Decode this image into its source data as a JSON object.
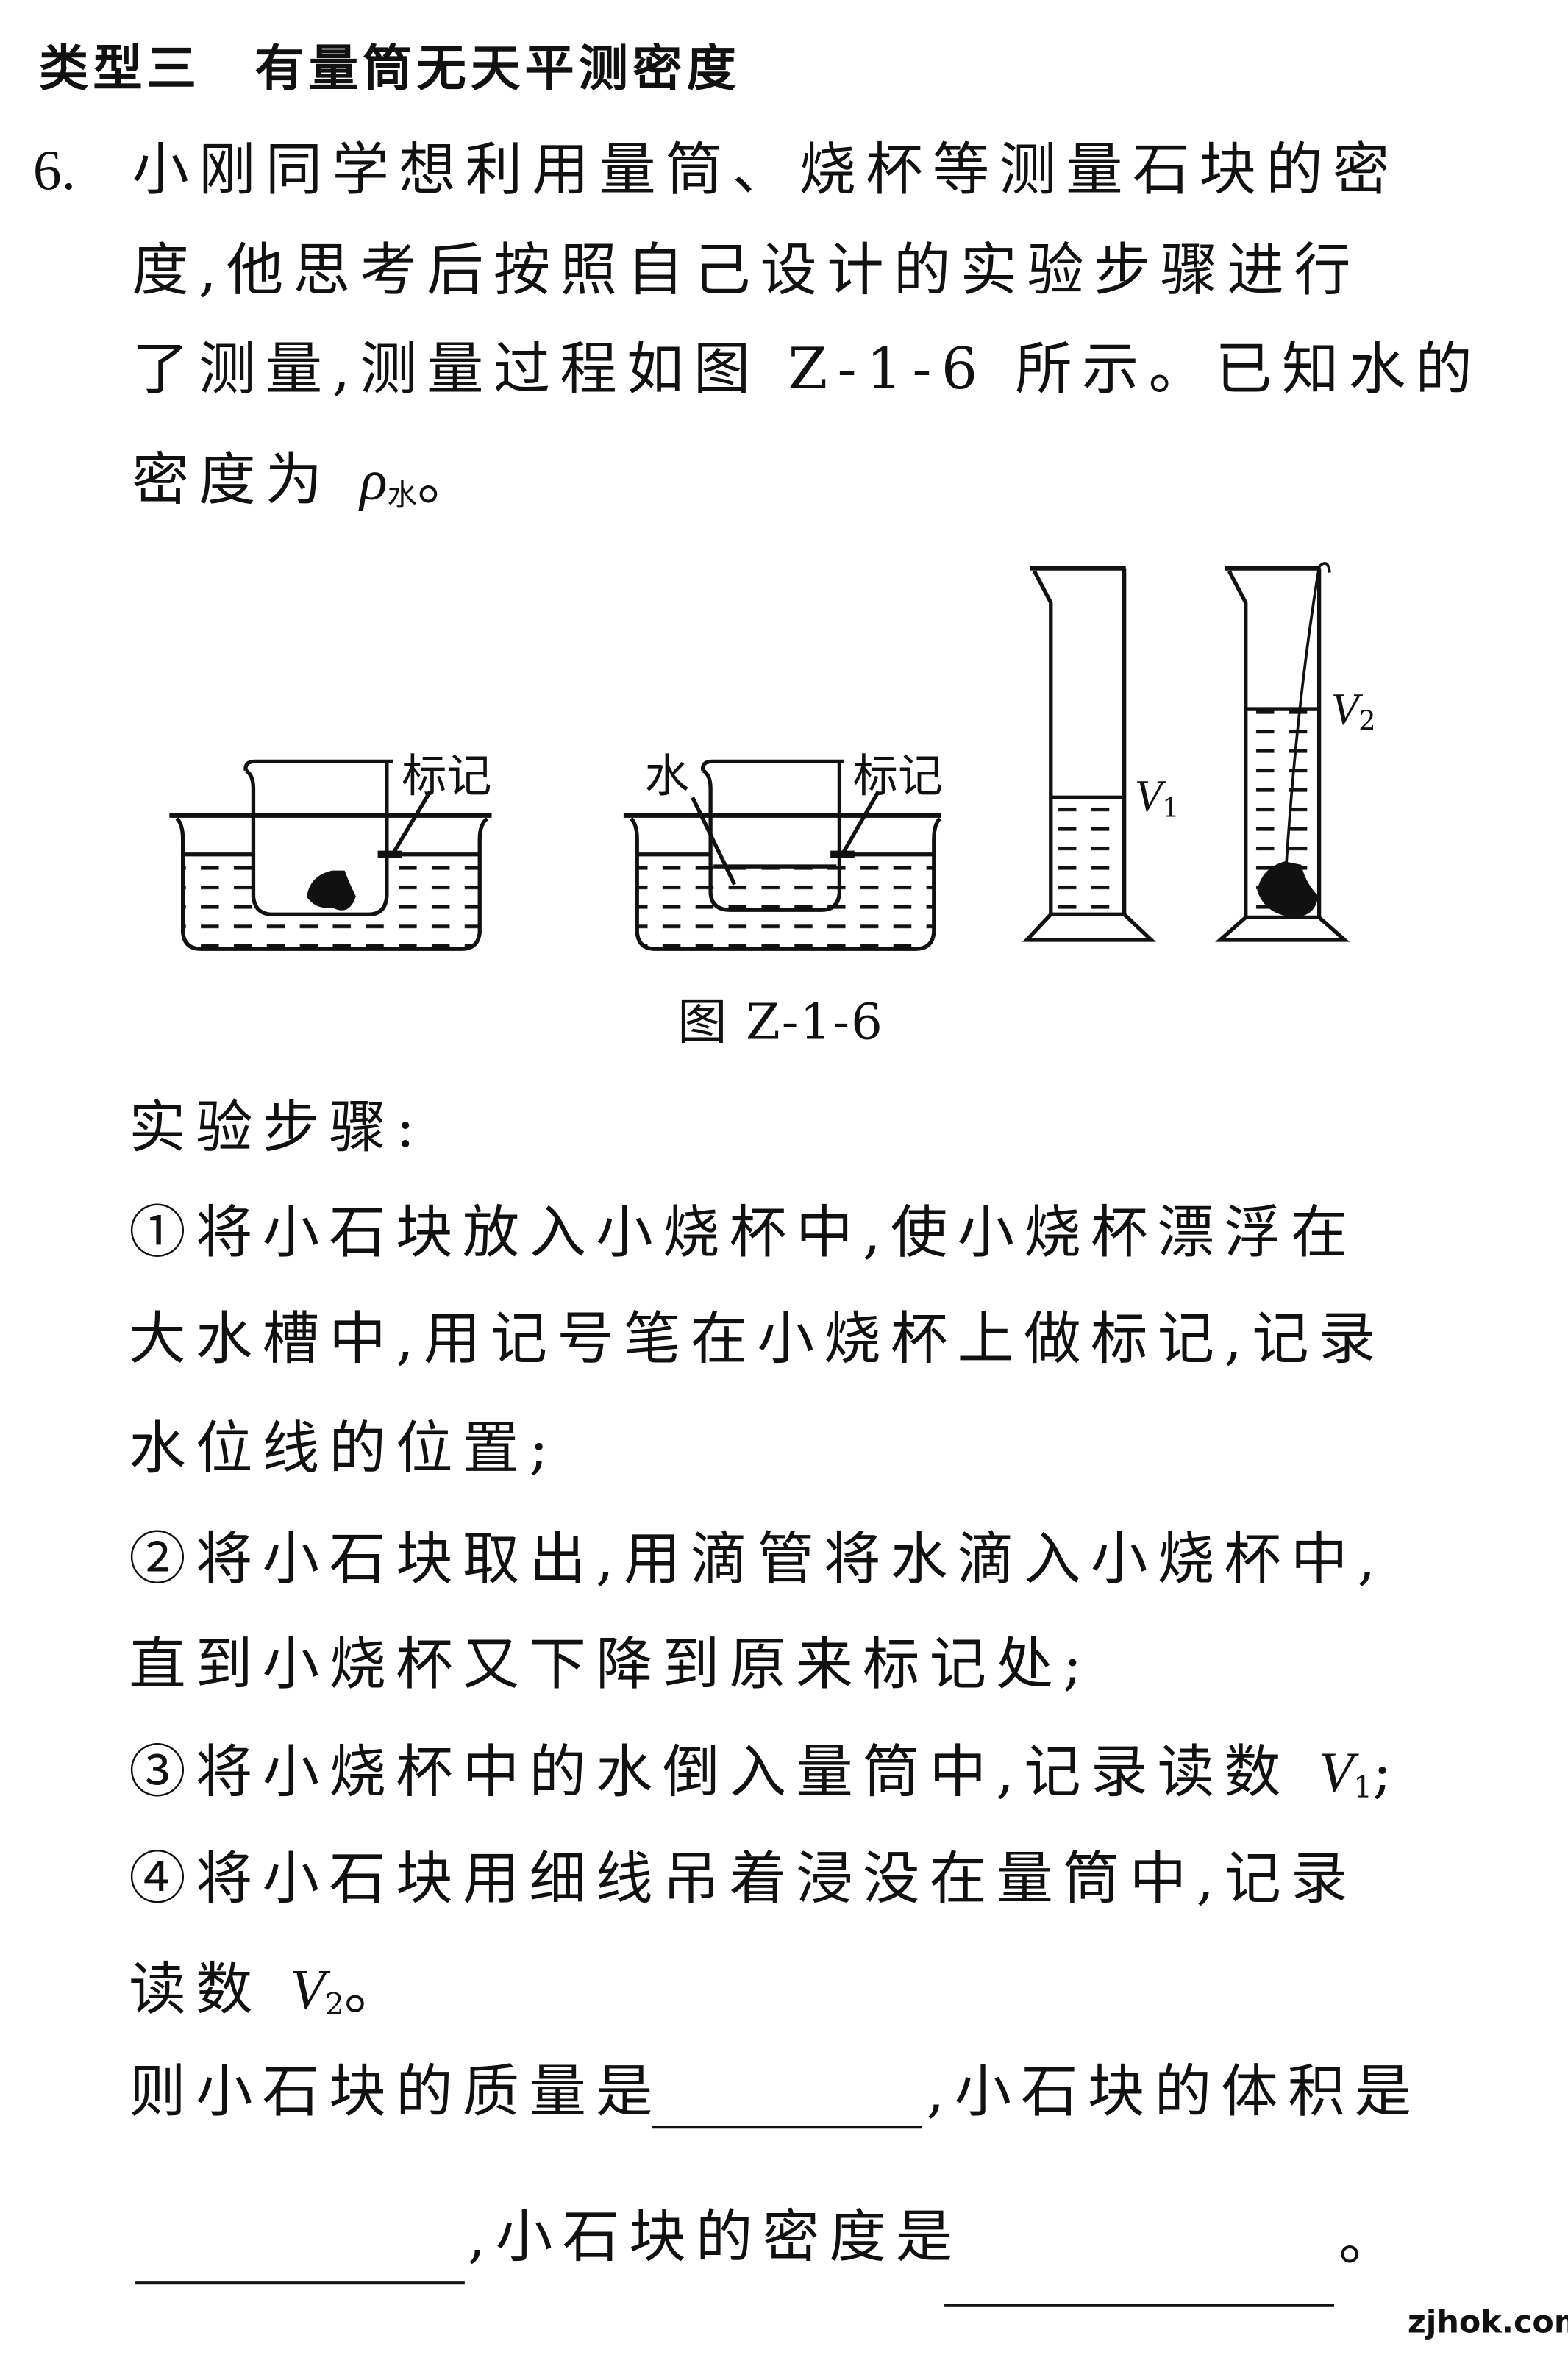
{
  "section_title": "类型三　有量筒无天平测密度",
  "question": {
    "number": "6.",
    "lines": [
      "小刚同学想利用量筒、烧杯等测量石块的密",
      "度,他思考后按照自己设计的实验步骤进行",
      "了测量,测量过程如图 Z-1-6 所示。已知水的"
    ],
    "last_line_prefix": "密度为 ",
    "rho_symbol": "ρ",
    "rho_sub": "水",
    "last_line_suffix": "。"
  },
  "figure": {
    "caption": "图 Z-1-6",
    "label_mark_1": "标记",
    "label_water": "水",
    "label_mark_2": "标记",
    "v1_symbol": "V",
    "v1_sub": "1",
    "v2_symbol": "V",
    "v2_sub": "2"
  },
  "steps": {
    "header": "实验步骤:",
    "s1_lines": [
      "①将小石块放入小烧杯中,使小烧杯漂浮在",
      "大水槽中,用记号笔在小烧杯上做标记,记录",
      "水位线的位置;"
    ],
    "s2_lines": [
      "②将小石块取出,用滴管将水滴入小烧杯中,",
      "直到小烧杯又下降到原来标记处;"
    ],
    "s3_prefix": "③将小烧杯中的水倒入量筒中,记录读数 ",
    "s3_var": "V",
    "s3_sub": "1",
    "s3_suffix": ";",
    "s4_line": "④将小石块用细线吊着浸没在量筒中,记录",
    "s4_prefix": "读数 ",
    "s4_var": "V",
    "s4_sub": "2",
    "s4_suffix": "。"
  },
  "answer": {
    "part1": "则小石块的质量是",
    "part2": ",小石块的体积是",
    "part3": ",小石块的密度是",
    "end": "。"
  },
  "watermark": "zjhok.com"
}
